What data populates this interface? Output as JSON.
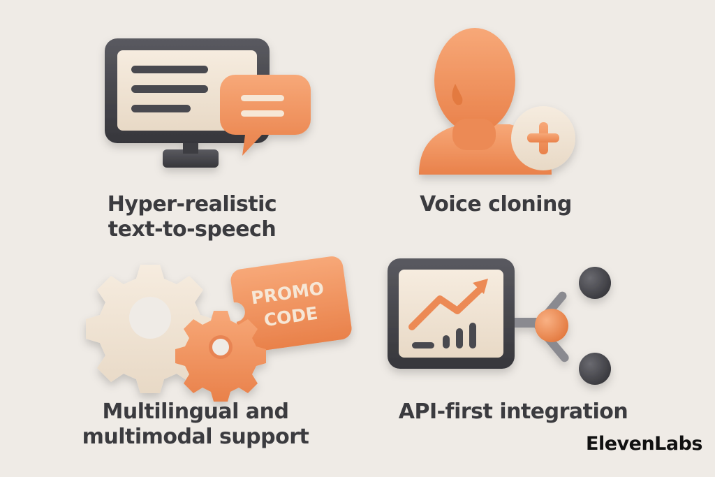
{
  "features": [
    {
      "line1": "Hyper-realistic",
      "line2": "text-to-speech",
      "icon": "monitor-chat-icon"
    },
    {
      "line1": "Voice cloning",
      "line2": "",
      "icon": "head-plus-icon"
    },
    {
      "line1": "Multilingual and",
      "line2": "multimodal support",
      "icon": "gears-promo-icon"
    },
    {
      "line1": "API-first integration",
      "line2": "",
      "icon": "chart-network-icon"
    }
  ],
  "promo": {
    "line1": "PROMO",
    "line2": "CODE"
  },
  "brand": "ElevenLabs",
  "colors": {
    "background": "#efebe6",
    "orange": "#f2935f",
    "dark": "#4a4a50",
    "cream": "#efe3d3",
    "text": "#3b3b3f"
  }
}
